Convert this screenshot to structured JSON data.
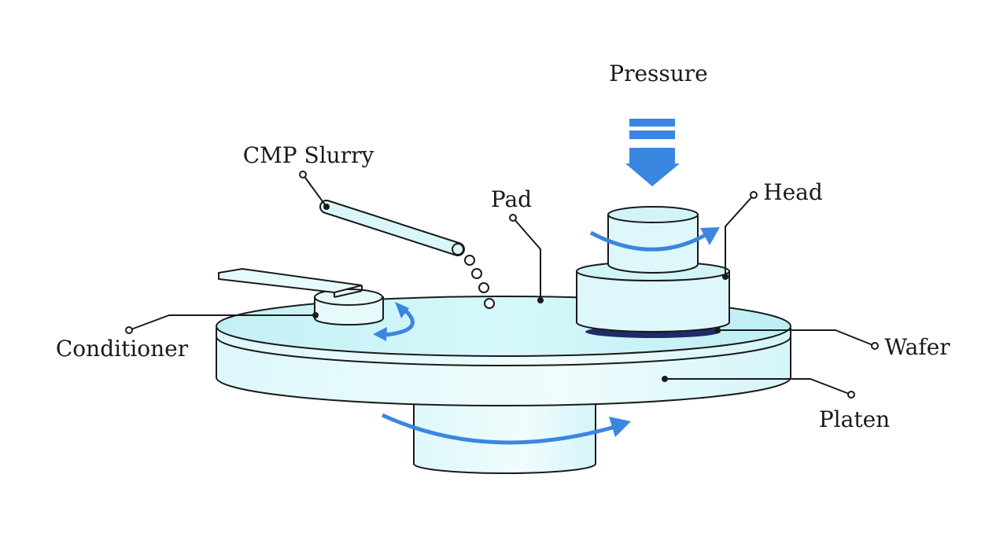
{
  "labels": {
    "pressure": "Pressure",
    "slurry": "CMP Slurry",
    "pad": "Pad",
    "head": "Head",
    "conditioner": "Conditioner",
    "wafer": "Wafer",
    "platen": "Platen"
  },
  "colors": {
    "arrow": "#3a86e0",
    "surface": "#c9f3f7",
    "side": "#e6fafc",
    "wafer": "#1f2a6b",
    "line": "#1a1a1a"
  }
}
